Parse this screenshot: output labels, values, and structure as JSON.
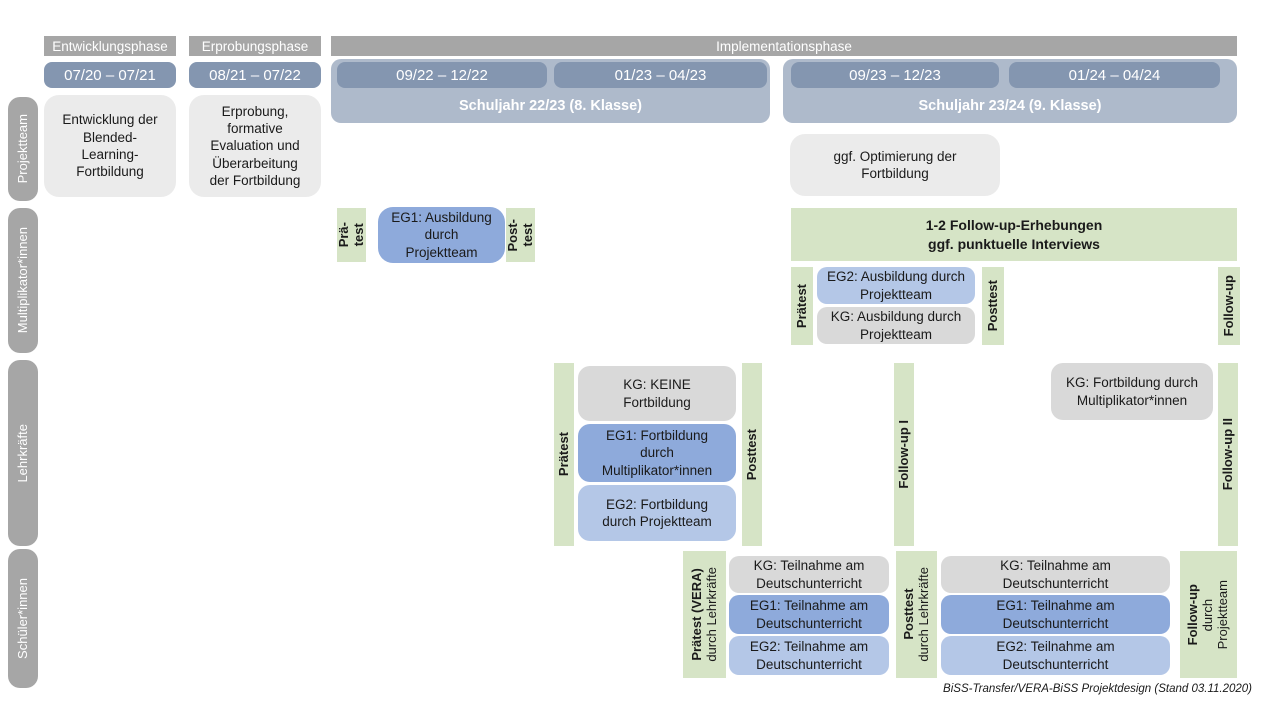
{
  "header": {
    "phases": {
      "p1": "Entwicklungsphase",
      "p2": "Erprobungsphase",
      "p3": "Implementationsphase"
    },
    "dates": {
      "d1": "07/20 – 07/21",
      "d2": "08/21 – 07/22",
      "d3": "09/22 – 12/22",
      "d4": "01/23 – 04/23",
      "d5": "09/23 – 12/23",
      "d6": "01/24 – 04/24"
    },
    "schoolyears": {
      "sy1": "Schuljahr 22/23 (8. Klasse)",
      "sy2": "Schuljahr 23/24 (9. Klasse)"
    }
  },
  "row_labels": {
    "r1": "Projektteam",
    "r2": "Multiplikator*innen",
    "r3": "Lehrkräfte",
    "r4": "Schüler*innen"
  },
  "projektteam": {
    "development": "Entwicklung der Blended-Learning-Fortbildung",
    "testing": "Erprobung, formative Evaluation und Überarbeitung der Fortbildung",
    "optimization": "ggf. Optimierung der Fortbildung"
  },
  "multiplikatoren": {
    "pretest": {
      "l1": "Prä-",
      "l2": "test"
    },
    "eg1": "EG1: Ausbildung durch Projektteam",
    "posttest": {
      "l1": "Post-",
      "l2": "test"
    },
    "followup_box": {
      "l1": "1-2 Follow-up-Erhebungen",
      "l2": "ggf. punktuelle Interviews"
    },
    "pretest2": "Prätest",
    "eg2": "EG2: Ausbildung durch Projektteam",
    "kg": "KG: Ausbildung durch Projektteam",
    "posttest2": "Posttest",
    "followup": "Follow-up"
  },
  "lehrkraefte": {
    "pretest": "Prätest",
    "kg": "KG: KEINE Fortbildung",
    "eg1": "EG1: Fortbildung durch Multiplikator*innen",
    "eg2": "EG2: Fortbildung durch Projektteam",
    "posttest": "Posttest",
    "followup1": "Follow-up I",
    "kg2": "KG: Fortbildung durch Multiplikator*innen",
    "followup2": "Follow-up II"
  },
  "schueler": {
    "pretest": {
      "l1": "Prätest (VERA)",
      "l2": "durch Lehrkräfte"
    },
    "kg": "KG: Teilnahme am Deutschunterricht",
    "eg1": "EG1: Teilnahme am Deutschunterricht",
    "eg2": "EG2: Teilnahme am Deutschunterricht",
    "posttest": {
      "l1": "Posttest",
      "l2": "durch Lehrkräfte"
    },
    "kg2": "KG: Teilnahme am Deutschunterricht",
    "eg1b": "EG1: Teilnahme am Deutschunterricht",
    "eg2b": "EG2: Teilnahme am Deutschunterricht",
    "followup": {
      "l1": "Follow-up",
      "l2": "durch",
      "l3": "Projektteam"
    }
  },
  "footer": "BiSS-Transfer/VERA-BiSS Projektdesign (Stand 03.11.2020)",
  "colors": {
    "header_gray": "#A6A6A6",
    "date_blue": "#8496B0",
    "schoolyear_blue": "#AEBACB",
    "box_gray_light": "#EBEBEB",
    "box_gray": "#D9D9D9",
    "eg1_blue": "#8EAADB",
    "eg2_blue": "#B4C7E7",
    "green": "#D6E4C6"
  }
}
